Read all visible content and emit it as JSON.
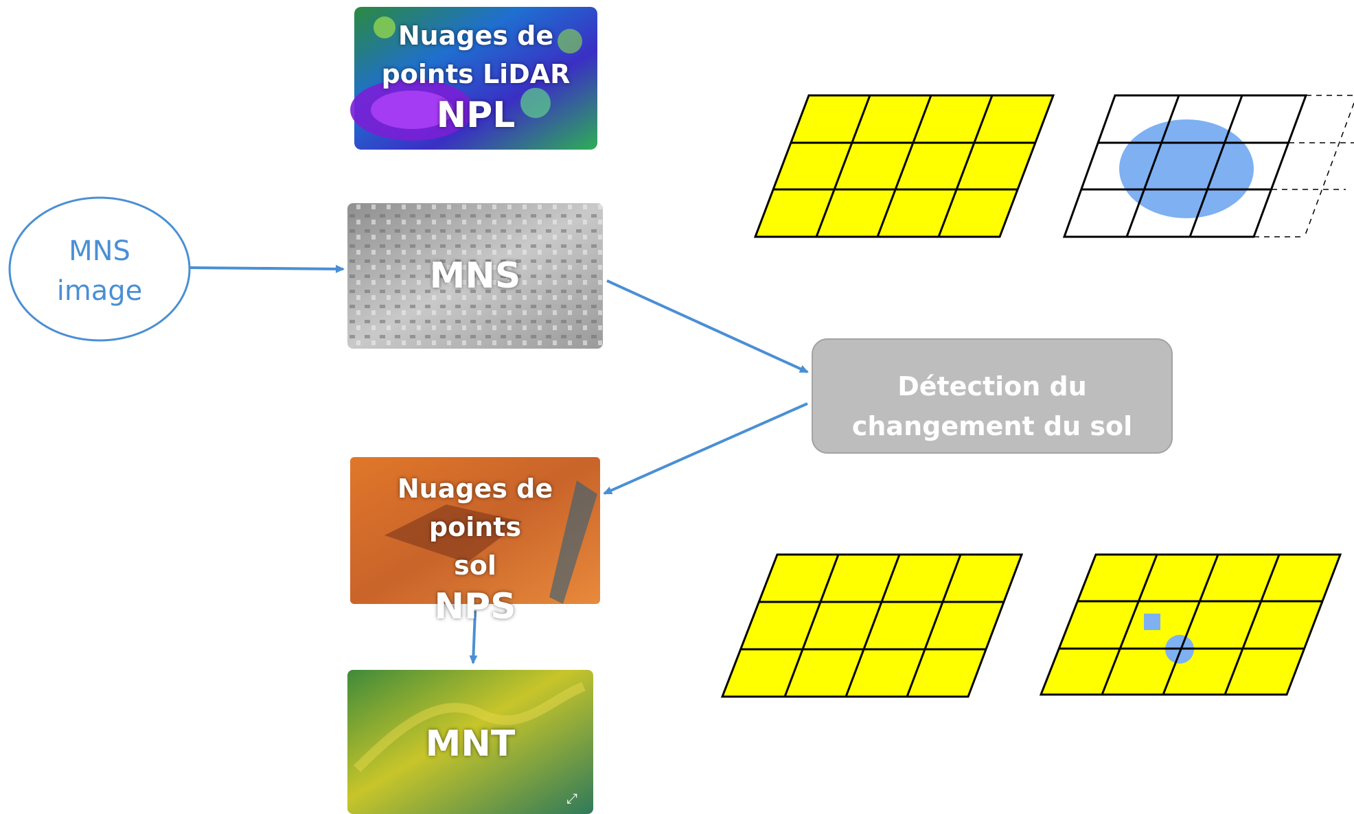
{
  "inputs": {
    "mns_image": {
      "line1": "MNS",
      "line2": "image"
    }
  },
  "thumbnails": {
    "npl": {
      "line1": "Nuages de",
      "line2": "points LiDAR",
      "abbrev": "NPL"
    },
    "mns": {
      "abbrev": "MNS"
    },
    "nps": {
      "line1": "Nuages de points",
      "line2": "sol",
      "abbrev": "NPS"
    },
    "mnt": {
      "abbrev": "MNT"
    }
  },
  "process": {
    "line1": "Détection du",
    "line2": "changement du sol"
  },
  "grids": [
    {
      "rows": 3,
      "cols": 4,
      "fill": "#ffff00",
      "overlay": "none"
    },
    {
      "rows": 3,
      "cols": 4,
      "fill": "#ffffff",
      "overlay": "ellipse",
      "dashed_extension": true
    },
    {
      "rows": 3,
      "cols": 4,
      "fill": "#ffff00",
      "overlay": "none"
    },
    {
      "rows": 3,
      "cols": 4,
      "fill": "#ffff00",
      "overlay": "small-square-and-circle"
    }
  ],
  "colors": {
    "arrow": "#4a8fd4",
    "grid_yellow": "#ffff00",
    "change_blue": "#7eb0f2",
    "process_box": "#bdbdbd"
  }
}
